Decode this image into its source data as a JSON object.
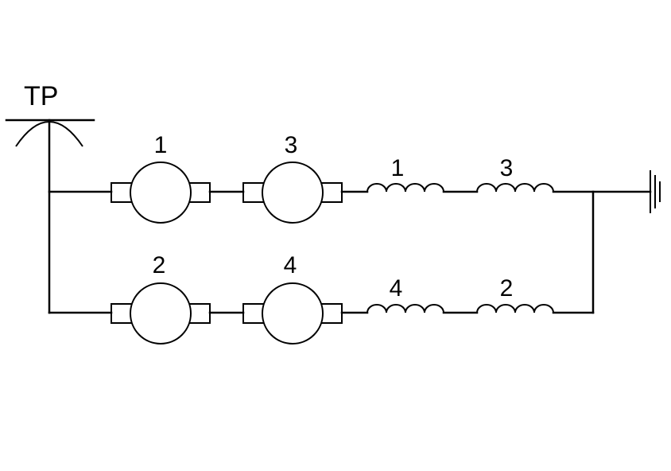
{
  "pantograph_label": "TP",
  "motors": [
    {
      "id": "motor-1",
      "label": "1"
    },
    {
      "id": "motor-3",
      "label": "3"
    },
    {
      "id": "motor-2",
      "label": "2"
    },
    {
      "id": "motor-4",
      "label": "4"
    }
  ],
  "field_windings": [
    {
      "id": "field-1",
      "label": "1"
    },
    {
      "id": "field-3",
      "label": "3"
    },
    {
      "id": "field-4",
      "label": "4"
    },
    {
      "id": "field-2",
      "label": "2"
    }
  ],
  "ground_icon": "ground-icon"
}
